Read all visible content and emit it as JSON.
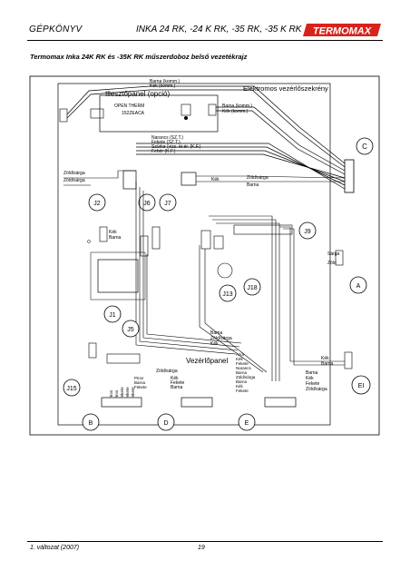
{
  "header": {
    "left": "GÉPKÖNYV",
    "center": "INKA 24 RK, -24 K RK, -35 RK, -35 K RK",
    "logo": "TERMOMAX"
  },
  "subtitle": "Termomax Inka 24K RK és -35K RK műszerdoboz belső vezetékrajz",
  "diagram": {
    "electronic_box": "Elektromos vezérlőszekrény",
    "illeszto_panel": "Illesztőpanel (opció)",
    "open_therm": "OPEN THERM",
    "part_code": "152ZEACA",
    "vezerlopanel": "Vezérlőpanel",
    "top_barna_kek": [
      "Barna (komm.)",
      "Kék (komm.)"
    ],
    "right_barna_kek": [
      "Barna (komm.)",
      "Kék (komm.)"
    ],
    "wire_group": [
      "Narancs (SZ.T.)",
      "Fekete (SZ.T.)",
      "Szürke (vizs. ér.ér. (K.F.)",
      "Fehér (K.F.)"
    ],
    "zold_sarga": "Zöld/sárga",
    "kek": "Kék",
    "barna": "Barna",
    "kek_barna": [
      "Kék",
      "Barna"
    ],
    "sarga_zold": "Sárga",
    "zold": "Zöld",
    "mid_wires": [
      "Barna",
      "Zöld/sárga",
      "Kék"
    ],
    "vez_wires": [
      "Azúr",
      "Kék",
      "Fekete",
      "Narancs",
      "Barna",
      "Zöld/sárga",
      "Barna",
      "Kék",
      "Fekete"
    ],
    "b_wires": [
      "Piros",
      "Piros",
      "Fekete",
      "Fekete",
      "Fekete"
    ],
    "b_wires_right": [
      "Piros",
      "Barna",
      "Fekete"
    ],
    "d_wires": [
      "Zöld/sárga",
      "Kék",
      "Fekete",
      "Barna"
    ],
    "right_wires": [
      "Kék",
      "Barna"
    ],
    "ei_wires": [
      "Barna",
      "Kék",
      "Fekete",
      "Zöld/sárga"
    ],
    "connectors": {
      "C": "C",
      "A": "A",
      "EI": "EI",
      "B": "B",
      "D": "D",
      "E": "E",
      "J1": "J1",
      "J2": "J2",
      "J5": "J5",
      "J6": "J6",
      "J7": "J7",
      "J9": "J9",
      "J13": "J13",
      "J15": "J15",
      "J18": "J18"
    }
  },
  "footer": {
    "version": "1. változat (2007)",
    "page": "19"
  }
}
